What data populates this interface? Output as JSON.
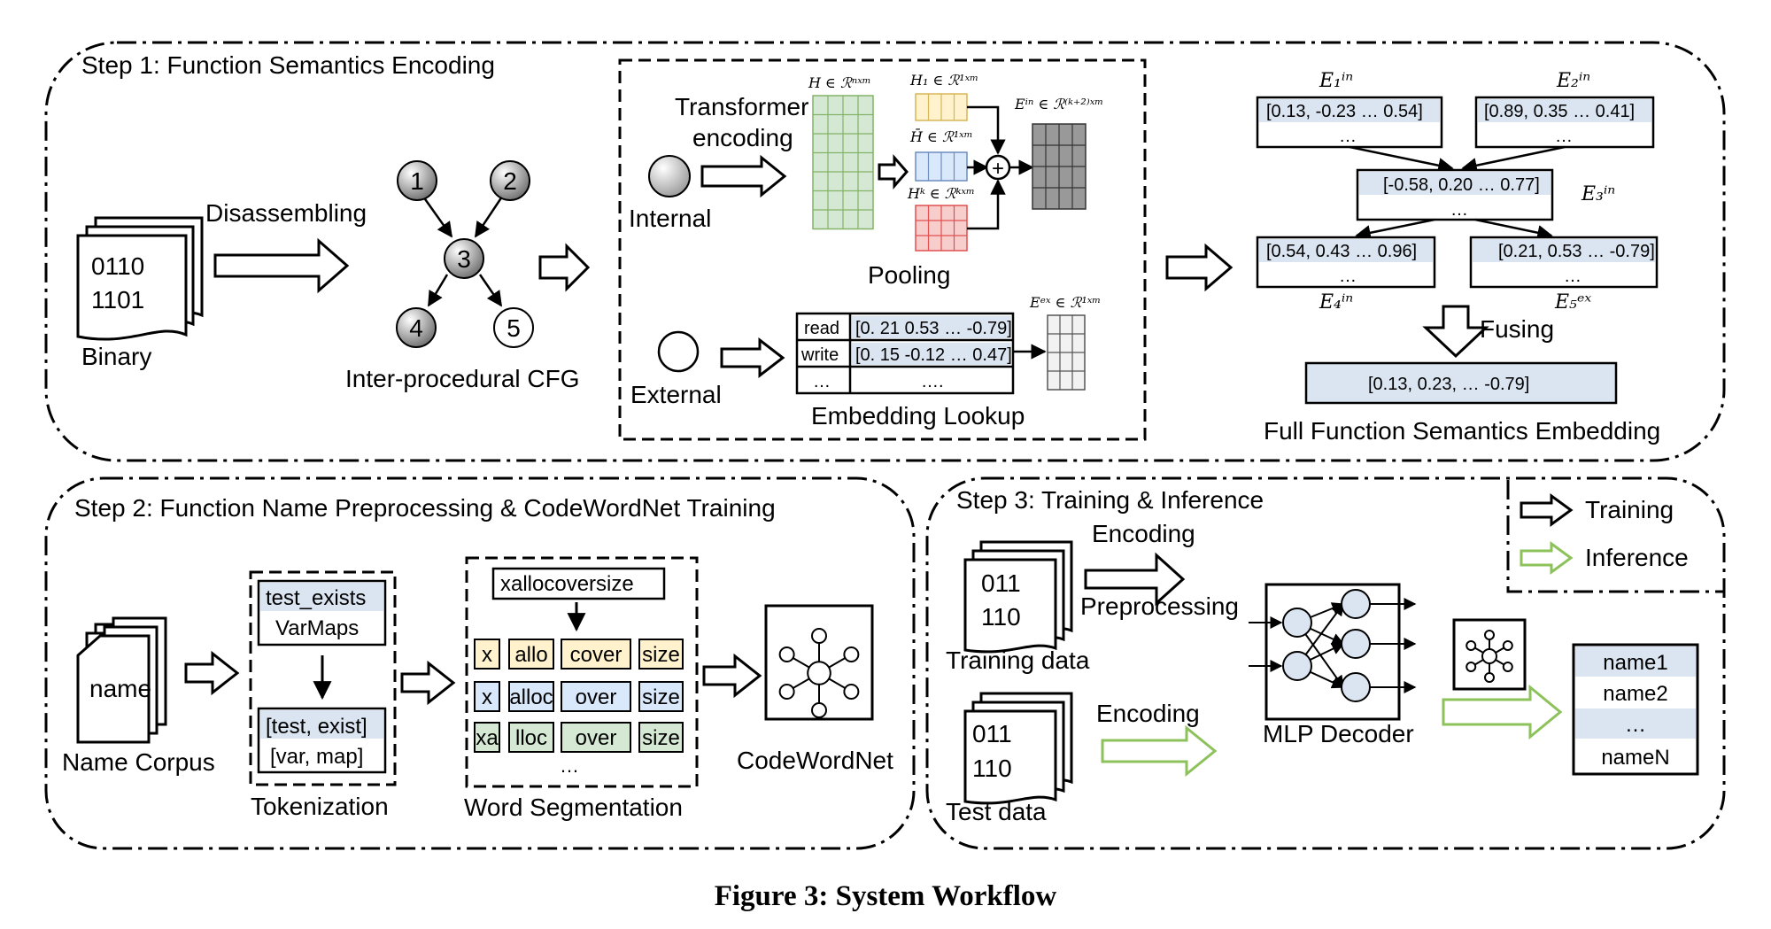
{
  "steps": {
    "step1": "Step 1: Function Semantics Encoding",
    "step2": "Step 2: Function Name Preprocessing & CodeWordNet Training",
    "step3": "Step 3: Training & Inference"
  },
  "step1": {
    "binary_bits_1": "0110",
    "binary_bits_2": "1101",
    "binary_label": "Binary",
    "disassembling": "Disassembling",
    "cfg_nodes": [
      "1",
      "2",
      "3",
      "4",
      "5"
    ],
    "cfg_label": "Inter-procedural CFG",
    "transformer_1": "Transformer",
    "transformer_2": "encoding",
    "internal": "Internal",
    "external": "External",
    "pooling": "Pooling",
    "embedding_lookup": "Embedding Lookup",
    "math_H": "H ∈ ℛⁿˣᵐ",
    "math_H1": "H₁ ∈ ℛ¹ˣᵐ",
    "math_Hbar": "H̄ ∈ ℛ¹ˣᵐ",
    "math_Hk": "Hᵏ ∈ ℛᵏˣᵐ",
    "math_Ein": "Eⁱⁿ ∈ ℛ⁽ᵏ⁺²⁾ˣᵐ",
    "math_Eex": "Eᵉˣ ∈ ℛ¹ˣᵐ",
    "plus": "+",
    "lookup_rows": [
      {
        "key": "read",
        "value": "[0. 21 0.53 … -0.79]"
      },
      {
        "key": "write",
        "value": "[0. 15 -0.12 … 0.47]"
      },
      {
        "key": "…",
        "value": "…."
      }
    ],
    "e1_label": "E₁ⁱⁿ",
    "e1_vec": "[0.13, -0.23 … 0.54]",
    "e2_label": "E₂ⁱⁿ",
    "e2_vec": "[0.89, 0.35 … 0.41]",
    "e3_label": "E₃ⁱⁿ",
    "e3_vec": "[-0.58, 0.20 … 0.77]",
    "e4_label": "E₄ⁱⁿ",
    "e4_vec": "[0.54, 0.43 … 0.96]",
    "e5_label": "E₅ᵉˣ",
    "e5_vec": "[0.21, 0.53 … -0.79]",
    "ellipsis": "…",
    "fusing": "Fusing",
    "full_vec": "[0.13, 0.23,  … -0.79]",
    "full_label": "Full Function Semantics Embedding"
  },
  "step2": {
    "name_doc": "name",
    "name_corpus": "Name Corpus",
    "tok_top_1": "test_exists",
    "tok_top_2": "VarMaps",
    "tok_bottom_1": "[test, exist]",
    "tok_bottom_2": "[var, map]",
    "tokenization": "Tokenization",
    "word_input": "xallocoversize",
    "segment_rows": [
      [
        "x",
        "allo",
        "cover",
        "size"
      ],
      [
        "x",
        "alloc",
        "over",
        "size"
      ],
      [
        "xa",
        "lloc",
        "over",
        "size"
      ]
    ],
    "segment_more": "…",
    "word_segmentation": "Word Segmentation",
    "codewordnet": "CodeWordNet"
  },
  "step3": {
    "legend_training": "Training",
    "legend_inference": "Inference",
    "train_bits_1": "011",
    "train_bits_2": "110",
    "training_data": "Training data",
    "test_bits_1": "011",
    "test_bits_2": "110",
    "test_data": "Test data",
    "encoding_train": "Encoding",
    "preprocessing": "Preprocessing",
    "encoding_test": "Encoding",
    "mlp_decoder": "MLP Decoder",
    "names": [
      "name1",
      "name2",
      "…",
      "nameN"
    ]
  },
  "caption": "Figure 3: System Workflow",
  "colors": {
    "yellow": "#fff2cc",
    "yellow_stroke": "#d6b656",
    "blue": "#dae8fc",
    "blue_stroke": "#6c8ebf",
    "red": "#f8cecc",
    "red_stroke": "#e05050",
    "green": "#d5e8d4",
    "green_stroke": "#82b366",
    "dark": "#999999",
    "light_gray": "#f2f2f2",
    "vector_fill": "#dbe5f1",
    "inference_green": "#8dc25b"
  }
}
